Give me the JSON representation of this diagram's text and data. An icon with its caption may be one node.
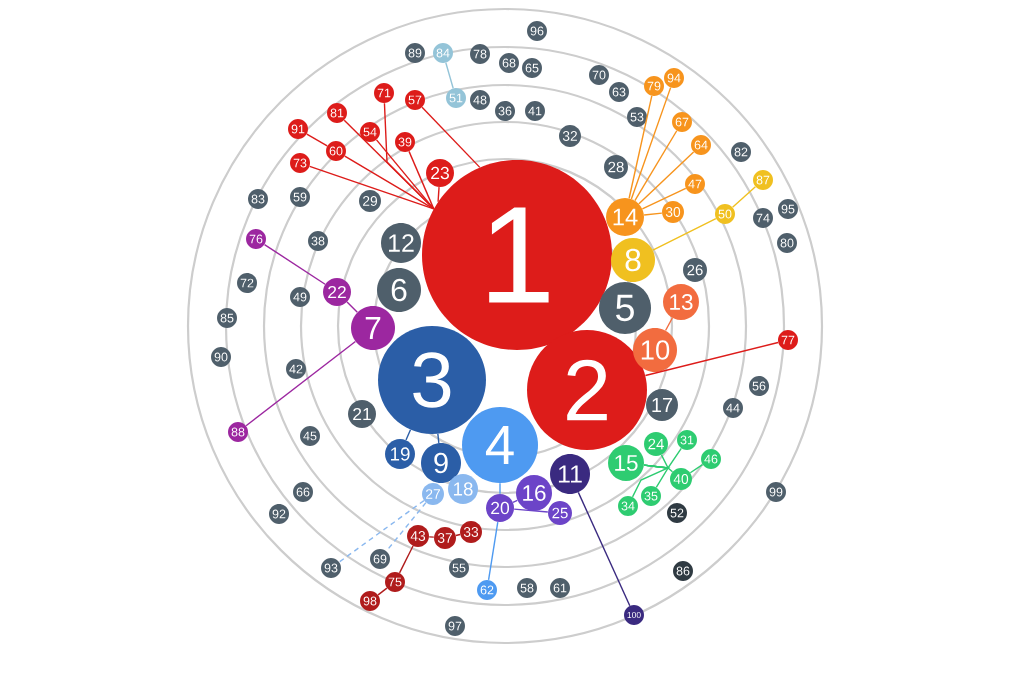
{
  "diagram": {
    "nodes": [
      {
        "text": [
          "1"
        ]
      },
      {
        "text": [
          "2"
        ]
      },
      {
        "text": [
          "3"
        ]
      },
      {
        "text": [
          "4"
        ]
      },
      {
        "text": [
          "5"
        ]
      },
      {
        "text": [
          "6"
        ]
      },
      {
        "text": [
          "7"
        ]
      },
      {
        "text": [
          "8"
        ]
      },
      {
        "text": [
          "9"
        ]
      },
      {
        "text": [
          "10"
        ]
      },
      {
        "text": [
          "11"
        ]
      },
      {
        "text": [
          "12"
        ]
      },
      {
        "text": [
          "13"
        ]
      },
      {
        "text": [
          "14"
        ]
      },
      {
        "text": [
          "15"
        ]
      },
      {
        "text": [
          "16"
        ]
      },
      {
        "text": [
          "17"
        ]
      },
      {
        "text": [
          "18"
        ]
      },
      {
        "text": [
          "19"
        ]
      },
      {
        "text": [
          "20"
        ]
      },
      {
        "text": [
          "21"
        ]
      },
      {
        "text": [
          "22"
        ]
      },
      {
        "text": [
          "23"
        ]
      },
      {
        "text": [
          "24"
        ]
      },
      {
        "text": [
          "25"
        ]
      },
      {
        "text": [
          "26"
        ]
      },
      {
        "text": [
          "27"
        ]
      },
      {
        "text": [
          "28"
        ]
      },
      {
        "text": [
          "29"
        ]
      },
      {
        "text": [
          "30"
        ]
      },
      {
        "text": [
          "31"
        ]
      },
      {
        "text": [
          "32"
        ]
      },
      {
        "text": [
          "33"
        ]
      },
      {
        "text": [
          "34"
        ]
      },
      {
        "text": [
          "35"
        ]
      },
      {
        "text": [
          "36"
        ]
      },
      {
        "text": [
          "37"
        ]
      },
      {
        "text": [
          "38"
        ]
      },
      {
        "text": [
          "39"
        ]
      },
      {
        "text": [
          "40"
        ]
      },
      {
        "text": [
          "41"
        ]
      },
      {
        "text": [
          "42"
        ]
      },
      {
        "text": [
          "43"
        ]
      },
      {
        "text": [
          "44"
        ]
      },
      {
        "text": [
          "45"
        ]
      },
      {
        "text": [
          "46"
        ]
      },
      {
        "text": [
          "47"
        ]
      },
      {
        "text": [
          "48"
        ]
      },
      {
        "text": [
          "49"
        ]
      },
      {
        "text": [
          "50"
        ]
      },
      {
        "text": [
          "51"
        ]
      },
      {
        "text": [
          "52"
        ]
      },
      {
        "text": [
          "53"
        ]
      },
      {
        "text": [
          "54"
        ]
      },
      {
        "text": [
          "55"
        ]
      },
      {
        "text": [
          "56"
        ]
      },
      {
        "text": [
          "57"
        ]
      },
      {
        "text": [
          "58"
        ]
      },
      {
        "text": [
          "59"
        ]
      },
      {
        "text": [
          "60"
        ]
      },
      {
        "text": [
          "61"
        ]
      },
      {
        "text": [
          "62"
        ]
      },
      {
        "text": [
          "63"
        ]
      },
      {
        "text": [
          "64"
        ]
      },
      {
        "text": [
          "65"
        ]
      },
      {
        "text": [
          "66"
        ]
      },
      {
        "text": [
          "67"
        ]
      },
      {
        "text": [
          "68"
        ]
      },
      {
        "text": [
          "69"
        ]
      },
      {
        "text": [
          "70"
        ]
      },
      {
        "text": [
          "71"
        ]
      },
      {
        "text": [
          "72"
        ]
      },
      {
        "text": [
          "73"
        ]
      },
      {
        "text": [
          "74"
        ]
      },
      {
        "text": [
          "75"
        ]
      },
      {
        "text": [
          "76"
        ]
      },
      {
        "text": [
          "77"
        ]
      },
      {
        "text": [
          "78"
        ]
      },
      {
        "text": [
          "79"
        ]
      },
      {
        "text": [
          "80"
        ]
      },
      {
        "text": [
          "81"
        ]
      },
      {
        "text": [
          "82"
        ]
      },
      {
        "text": [
          "83"
        ]
      },
      {
        "text": [
          "84"
        ]
      },
      {
        "text": [
          "85"
        ]
      },
      {
        "text": [
          "86"
        ]
      },
      {
        "text": [
          "87"
        ]
      },
      {
        "text": [
          "88"
        ]
      },
      {
        "text": [
          "89"
        ]
      },
      {
        "text": [
          "90"
        ]
      },
      {
        "text": [
          "91"
        ]
      },
      {
        "text": [
          "92"
        ]
      },
      {
        "text": [
          "93"
        ]
      },
      {
        "text": [
          "94"
        ]
      },
      {
        "text": [
          "95"
        ]
      },
      {
        "text": [
          "96"
        ]
      },
      {
        "text": [
          "97"
        ]
      },
      {
        "text": [
          "98"
        ]
      },
      {
        "text": [
          "99"
        ]
      },
      {
        "text": [
          "100"
        ]
      }
    ],
    "edges": [
      {
        "from": 0,
        "to": 22,
        "arrow": "none"
      },
      {
        "from": 0,
        "to": 38,
        "arrow": "none"
      },
      {
        "from": 0,
        "to": 53,
        "arrow": "none"
      },
      {
        "from": 0,
        "to": 56,
        "arrow": "none"
      },
      {
        "from": 0,
        "to": 70,
        "arrow": "none"
      },
      {
        "from": 0,
        "to": 80,
        "arrow": "none"
      },
      {
        "from": 0,
        "to": 59,
        "arrow": "none"
      },
      {
        "from": 0,
        "to": 72,
        "arrow": "none"
      },
      {
        "from": 59,
        "to": 90,
        "arrow": "none"
      },
      {
        "from": 1,
        "to": 76,
        "arrow": "none"
      },
      {
        "from": 83,
        "to": 50,
        "arrow": "none",
        "color": "#94c4d8"
      },
      {
        "from": 13,
        "to": 78,
        "arrow": "none",
        "color": "#f7941d"
      },
      {
        "from": 13,
        "to": 93,
        "arrow": "none",
        "color": "#f7941d"
      },
      {
        "from": 13,
        "to": 66,
        "arrow": "none",
        "color": "#f7941d"
      },
      {
        "from": 13,
        "to": 63,
        "arrow": "none",
        "color": "#f7941d"
      },
      {
        "from": 13,
        "to": 46,
        "arrow": "none",
        "color": "#f7941d"
      },
      {
        "from": 13,
        "to": 29,
        "arrow": "none",
        "color": "#f7941d"
      },
      {
        "from": 7,
        "to": 49,
        "arrow": "none",
        "color": "#f0c020"
      },
      {
        "from": 49,
        "to": 86,
        "arrow": "none",
        "color": "#f0c020"
      },
      {
        "from": 6,
        "to": 21,
        "arrow": "none",
        "color": "#9c27a0"
      },
      {
        "from": 21,
        "to": 75,
        "arrow": "none",
        "color": "#9c27a0"
      },
      {
        "from": 6,
        "to": 87,
        "arrow": "none",
        "color": "#9c27a0"
      },
      {
        "from": 2,
        "to": 18,
        "arrow": "none",
        "color": "#2b5ea7"
      },
      {
        "from": 2,
        "to": 8,
        "arrow": "none",
        "color": "#2b5ea7"
      },
      {
        "from": 3,
        "to": 19,
        "arrow": "none",
        "color": "#4e9af1"
      },
      {
        "from": 19,
        "to": 61,
        "arrow": "none",
        "color": "#4e9af1"
      },
      {
        "from": 19,
        "to": 15,
        "arrow": "none",
        "color": "#6c44c8"
      },
      {
        "from": 19,
        "to": 24,
        "arrow": "none",
        "color": "#6c44c8"
      },
      {
        "from": 26,
        "to": 92,
        "arrow": "none",
        "style": "dashed",
        "color": "#8ab8ef"
      },
      {
        "from": 26,
        "to": 68,
        "arrow": "none",
        "style": "dashed",
        "color": "#8ab8ef"
      },
      {
        "from": 42,
        "to": 36,
        "arrow": "none",
        "color": "#b01c1c"
      },
      {
        "from": 36,
        "to": 32,
        "arrow": "none",
        "color": "#b01c1c"
      },
      {
        "from": 42,
        "to": 74,
        "arrow": "none",
        "color": "#b01c1c"
      },
      {
        "from": 74,
        "to": 97,
        "arrow": "none",
        "color": "#b01c1c"
      },
      {
        "from": 10,
        "to": 99,
        "arrow": "none",
        "color": "#3a2a80"
      },
      {
        "from": 14,
        "to": 23,
        "arrow": "none",
        "color": "#2ecc71"
      },
      {
        "from": 14,
        "to": 30,
        "arrow": "none",
        "color": "#2ecc71"
      },
      {
        "from": 14,
        "to": 39,
        "arrow": "none",
        "color": "#2ecc71"
      },
      {
        "from": 14,
        "to": 34,
        "arrow": "none",
        "color": "#2ecc71"
      },
      {
        "from": 14,
        "to": 33,
        "arrow": "none",
        "color": "#2ecc71"
      },
      {
        "from": 39,
        "to": 45,
        "arrow": "none",
        "color": "#2ecc71"
      },
      {
        "from": 9,
        "to": 12,
        "arrow": "none",
        "color": "#f26c3f"
      }
    ]
  }
}
